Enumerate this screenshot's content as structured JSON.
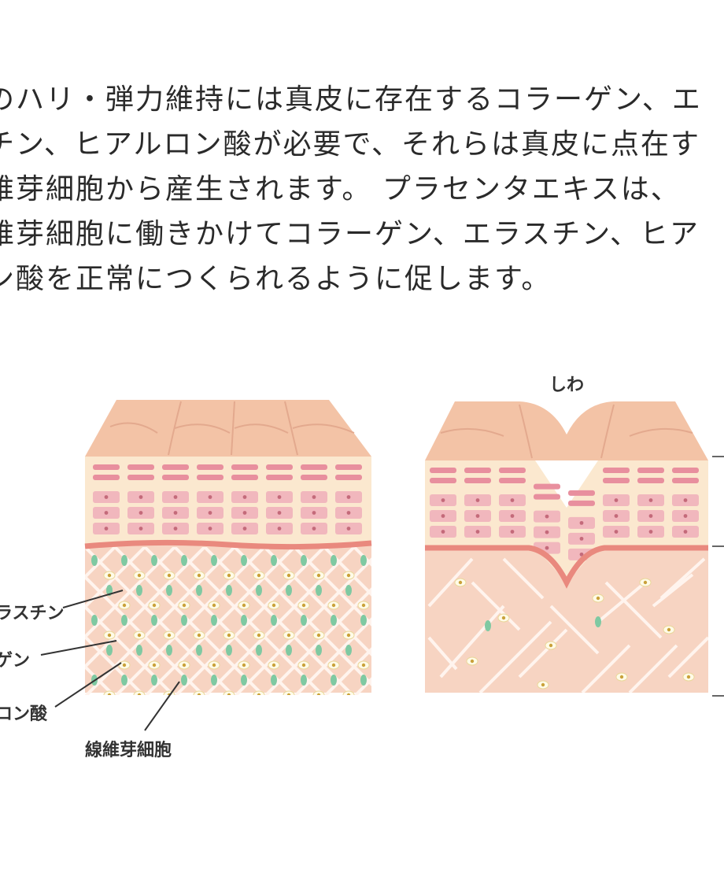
{
  "article": {
    "lines": [
      "のハリ・弾力維持には真皮に存在するコラーゲン、エ",
      "チン、ヒアルロン酸が必要で、それらは真皮に点在す",
      "維芽細胞から産生されます。 プラセンタエキスは、",
      "維芽細胞に働きかけてコラーゲン、エラスチン、ヒア",
      "ン酸を正常につくられるように促します。"
    ]
  },
  "diagram": {
    "labels": {
      "elastin": "ラスチン",
      "collagen": "ゲン",
      "hyaluronic": "ロン酸",
      "fibroblast": "線維芽細胞",
      "wrinkle": "しわ"
    },
    "colors": {
      "skin": "#f6cdb5",
      "skin_top": "#f3c3a6",
      "cell_band": "#fbe8cf",
      "cell": "#f1b7bd",
      "dermis": "#f7d4c2",
      "membrane": "#e9897e",
      "elastin": "#7fc9a2",
      "nucleus": "#f0e07a"
    }
  }
}
